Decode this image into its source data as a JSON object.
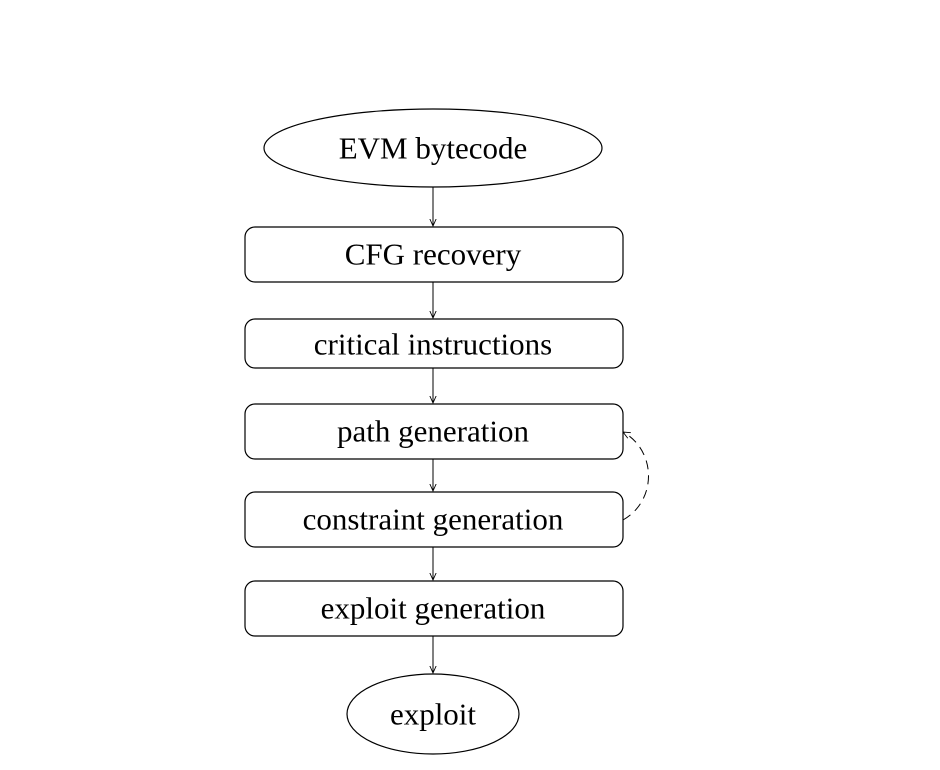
{
  "flowchart": {
    "nodes": [
      {
        "id": "evm",
        "label": "EVM bytecode",
        "shape": "ellipse"
      },
      {
        "id": "cfg",
        "label": "CFG recovery",
        "shape": "rounded-rect"
      },
      {
        "id": "critical",
        "label": "critical instructions",
        "shape": "rounded-rect"
      },
      {
        "id": "path",
        "label": "path generation",
        "shape": "rounded-rect"
      },
      {
        "id": "constraint",
        "label": "constraint generation",
        "shape": "rounded-rect"
      },
      {
        "id": "exploit-gen",
        "label": "exploit generation",
        "shape": "rounded-rect"
      },
      {
        "id": "exploit",
        "label": "exploit",
        "shape": "ellipse"
      }
    ],
    "edges": [
      {
        "from": "evm",
        "to": "cfg",
        "style": "solid"
      },
      {
        "from": "cfg",
        "to": "critical",
        "style": "solid"
      },
      {
        "from": "critical",
        "to": "path",
        "style": "solid"
      },
      {
        "from": "path",
        "to": "constraint",
        "style": "solid"
      },
      {
        "from": "constraint",
        "to": "exploit-gen",
        "style": "solid"
      },
      {
        "from": "exploit-gen",
        "to": "exploit",
        "style": "solid"
      },
      {
        "from": "constraint",
        "to": "path",
        "style": "dashed"
      }
    ]
  }
}
